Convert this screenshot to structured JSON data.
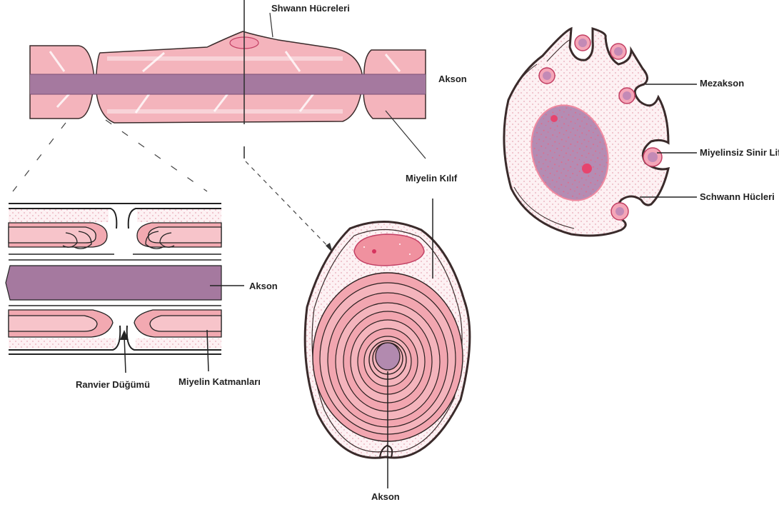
{
  "labels": {
    "shwann_hucreleri": "Shwann Hücreleri",
    "akson_top": "Akson",
    "miyelin_kilif": "Miyelin Kılıf",
    "akson_mid": "Akson",
    "ranvier_dugumu": "Ranvier Düğümü",
    "miyelin_katmanlari": "Miyelin Katmanları",
    "akson_bottom": "Akson",
    "mezakson": "Mezakson",
    "miyelinsiz_sinir_lifi": "Miyelinsiz Sinir Lifi",
    "schwann_hucleri": "Schwann Hücleri"
  },
  "colors": {
    "myelin_pink": "#f4a9b2",
    "myelin_light": "#fbd7dc",
    "axon_purple": "#a5799f",
    "outline": "#3a2b2b",
    "cytoplasm_dots": "#f6dde2",
    "nucleus_pink": "#e05a7a"
  }
}
